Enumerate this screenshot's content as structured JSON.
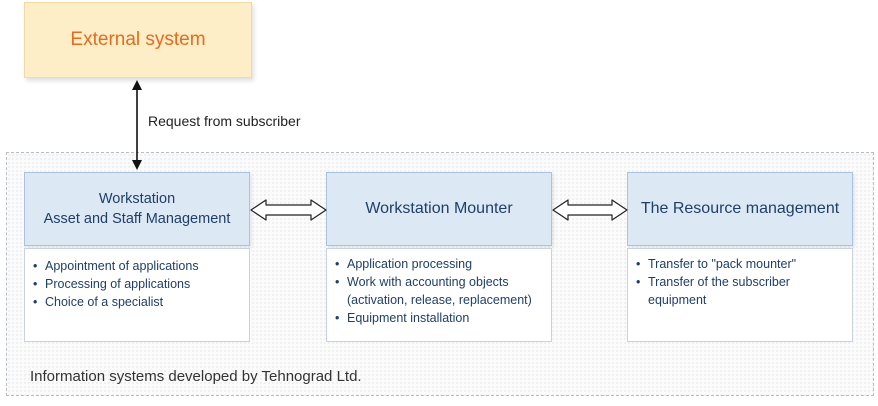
{
  "external_system": {
    "label": "External system"
  },
  "request_label": "Request from subscriber",
  "container_label": "Information systems developed by Tehnograd Ltd.",
  "panels": [
    {
      "title_line1": "Workstation",
      "title_line2": "Asset and Staff Management",
      "items": [
        "Appointment of applications",
        "Processing of applications",
        "Choice of a specialist"
      ]
    },
    {
      "title": "Workstation Mounter",
      "items": [
        "Application processing",
        "Work with accounting objects (activation, release, replacement)",
        "Equipment installation"
      ]
    },
    {
      "title": "The Resource management",
      "items": [
        "Transfer to \"pack mounter\"",
        "Transfer of the subscriber equipment"
      ]
    }
  ],
  "colors": {
    "external_fill": "#fdeec8",
    "external_text": "#e36c1e",
    "panel_head_fill": "#dde8f5",
    "panel_text": "#1f3f66"
  }
}
